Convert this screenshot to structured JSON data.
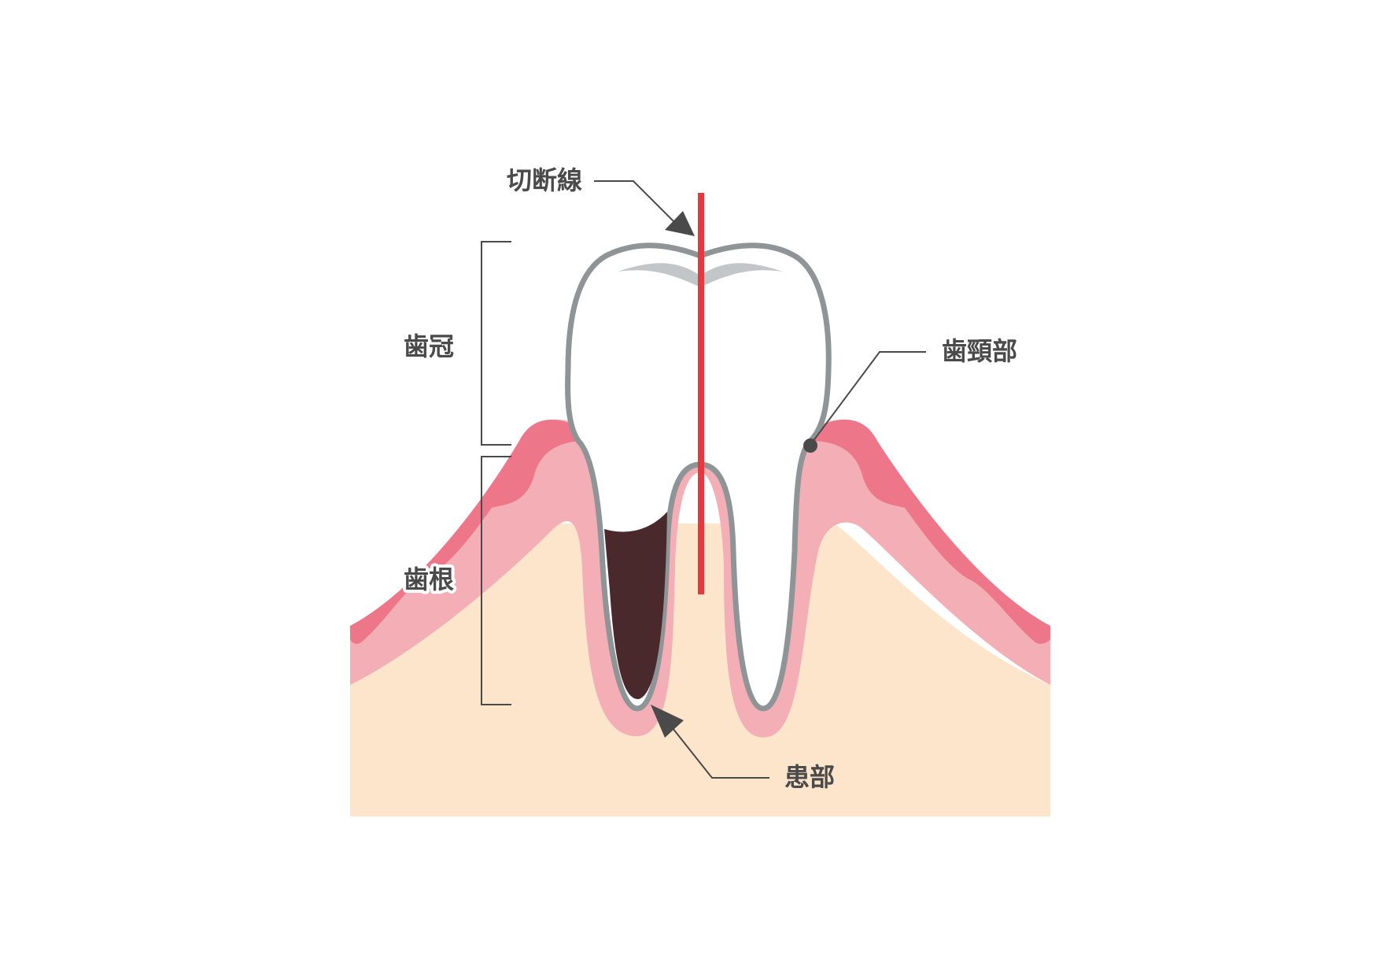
{
  "labels": {
    "cut_line": "切断線",
    "crown": "歯冠",
    "neck": "歯頸部",
    "root": "歯根",
    "lesion": "患部"
  },
  "colors": {
    "bone": "#fde5cb",
    "gum_light": "#f4aeb5",
    "gum_dark": "#ee7689",
    "tooth": "#ffffff",
    "tooth_outline": "#8f9597",
    "enamel_groove": "#c3c6c8",
    "lesion": "#4a292c",
    "cut_line": "#e8383d",
    "label_text": "#4a4a4a"
  },
  "icons": [
    "tooth-illustration",
    "arrow-head-icon",
    "dot-marker-icon"
  ]
}
